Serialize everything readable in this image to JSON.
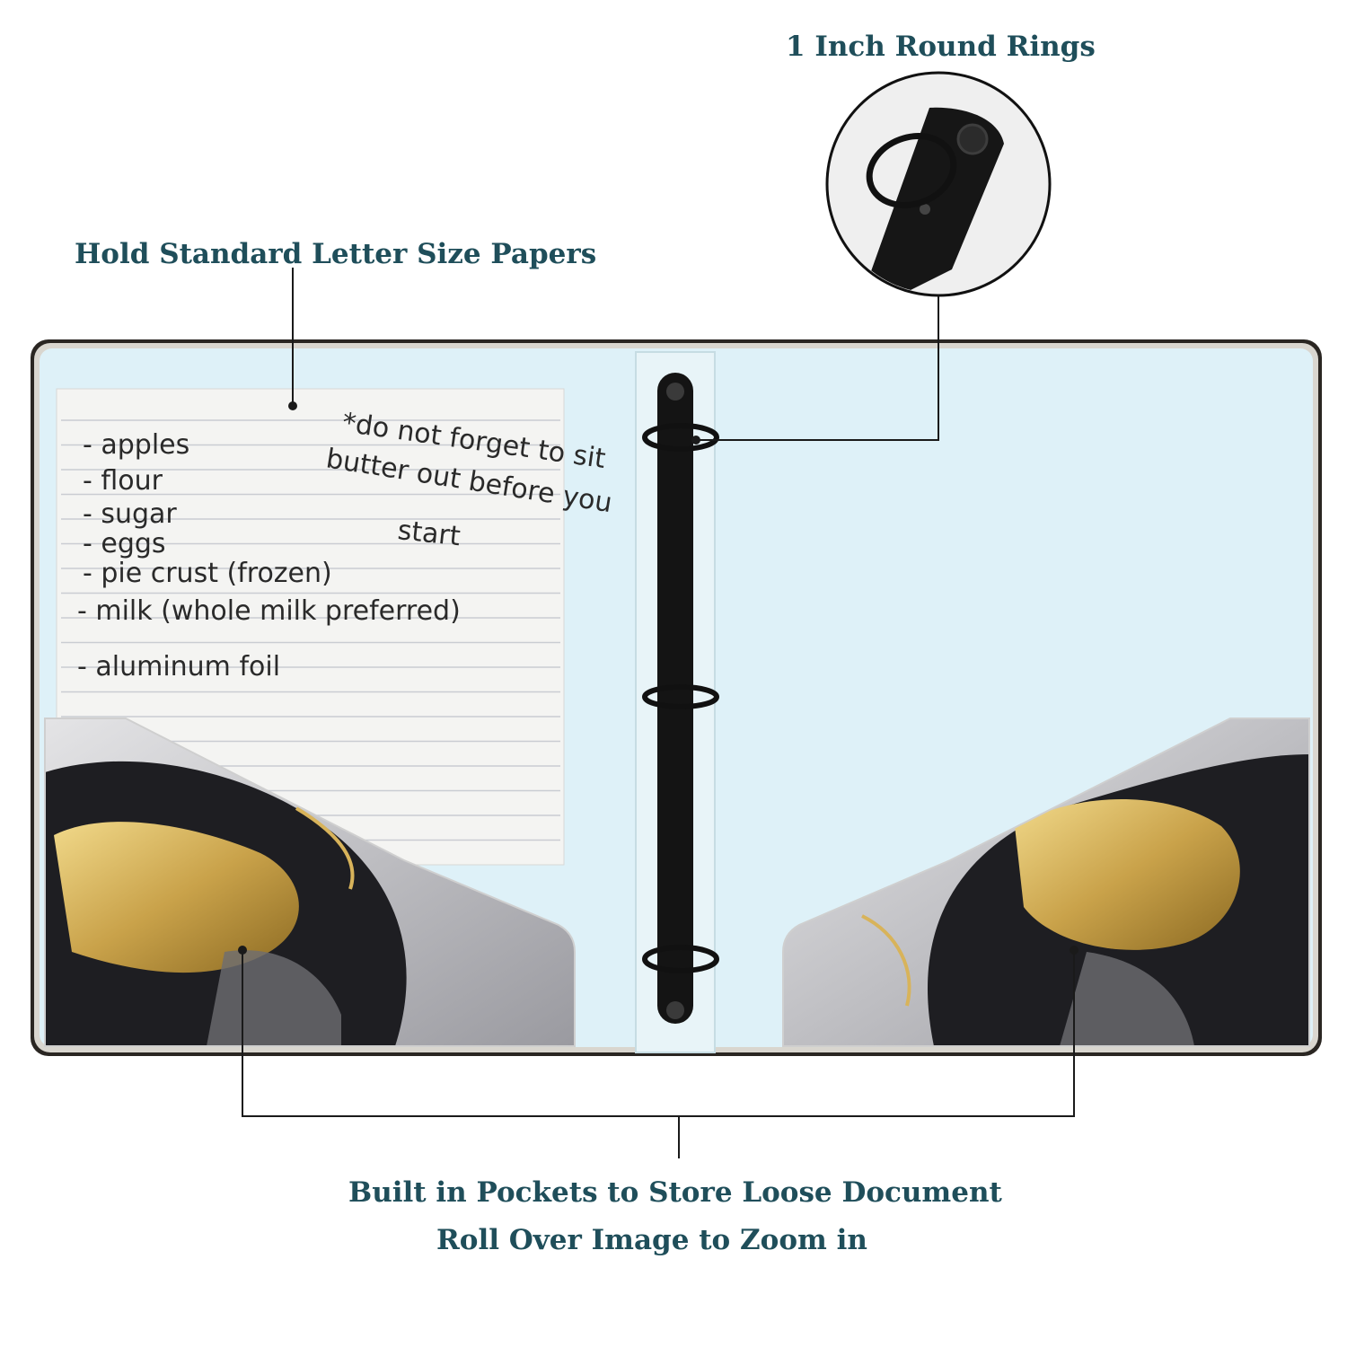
{
  "callouts": {
    "rings": "1 Inch Round Rings",
    "letter_paper": "Hold Standard Letter Size Papers",
    "pockets": "Built in Pockets to Store Loose Document",
    "zoom": "Roll Over Image to Zoom in"
  },
  "note": {
    "list": [
      "- apples",
      "- flour",
      "- sugar",
      "- eggs",
      "- pie crust (frozen)",
      "- milk (whole milk preferred)",
      "- aluminum foil"
    ],
    "reminder": [
      "*do not forget to sit",
      "butter out before you",
      "start"
    ]
  },
  "colors": {
    "callout_text": "#1f4e5a",
    "binder_interior": "#def1f8",
    "ring_metal": "#1a1a1a",
    "marble_gold": "#c9a24a",
    "marble_black": "#1e1e22",
    "marble_grey": "#b8b8bc"
  }
}
